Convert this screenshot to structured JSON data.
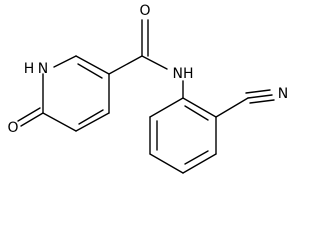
{
  "molecule": {
    "atom_labels": {
      "ring_nh": "H",
      "ring_n": "N",
      "ring_carbonyl_o": "O",
      "amide_o": "O",
      "amide_nh": "NH",
      "nitrile_n": "N"
    }
  }
}
